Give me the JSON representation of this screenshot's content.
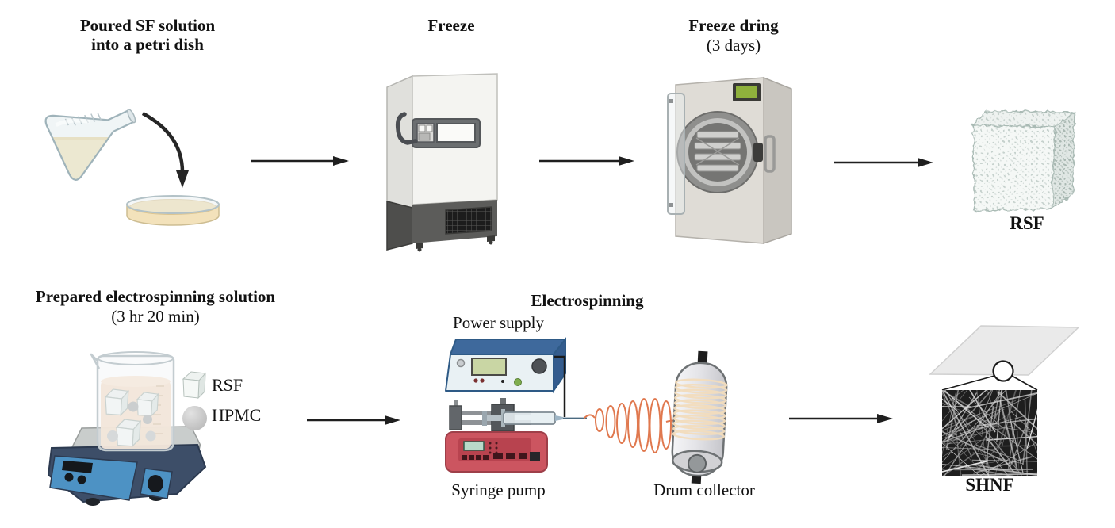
{
  "figure": {
    "rows": {
      "top": {
        "step1_title_line1": "Poured SF solution",
        "step1_title_line2": "into a petri dish",
        "step2_title": "Freeze",
        "step3_title": "Freeze dring",
        "step3_subtitle": "(3 days)",
        "result_label": "RSF"
      },
      "bottom": {
        "step1_title": "Prepared electrospinning solution",
        "step1_subtitle": "(3 hr 20 min)",
        "legend": [
          {
            "icon": "rsf-cube-icon",
            "label": "RSF"
          },
          {
            "icon": "hpmc-sphere-icon",
            "label": "HPMC"
          }
        ],
        "step2_title": "Electrospinning",
        "power_supply_label": "Power supply",
        "syringe_pump_label": "Syringe pump",
        "drum_collector_label": "Drum collector",
        "result_label": "SHNF"
      }
    },
    "colors": {
      "arrow": "#1f1f1f",
      "sf_solution_yellow": "#f6e2ae",
      "beaker_solution_peach": "#f6e0cc",
      "power_supply_blue": "#3e699c",
      "syringe_pump_red": "#cc5560",
      "fiber_jet_orange": "#e0784e",
      "stirrer_navy": "#3d4e68",
      "stirrer_blue": "#4d92c4",
      "display_green": "#8fb13c",
      "sem_background": "#1e1e1e"
    }
  }
}
